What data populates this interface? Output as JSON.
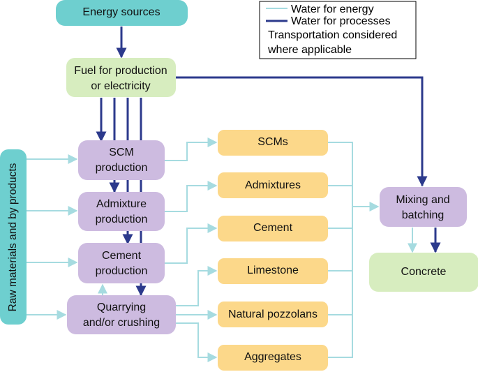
{
  "colors": {
    "teal_box": "#6ecfcf",
    "green_box": "#d7edbf",
    "purple_box": "#cdbbe0",
    "orange_box": "#fcd88a",
    "water_for_energy": "#a6dbe0",
    "water_for_processes": "#2c3a8c"
  },
  "legend": {
    "water_energy": "Water for energy",
    "water_processes": "Water for processes",
    "transport_line1": "Transportation considered",
    "transport_line2": "where applicable"
  },
  "sources": {
    "energy": "Energy sources",
    "fuel_line1": "Fuel for production",
    "fuel_line2": "or electricity",
    "raw_materials": "Raw materials and by products"
  },
  "processes": {
    "scm_line1": "SCM",
    "scm_line2": "production",
    "admixture_line1": "Admixture",
    "admixture_line2": "production",
    "cement_line1": "Cement",
    "cement_line2": "production",
    "quarrying_line1": "Quarrying",
    "quarrying_line2": "and/or crushing"
  },
  "products": {
    "scms": "SCMs",
    "admixtures": "Admixtures",
    "cement": "Cement",
    "limestone": "Limestone",
    "natural_pozzolans": "Natural pozzolans",
    "aggregates": "Aggregates"
  },
  "outputs": {
    "mixing_line1": "Mixing and",
    "mixing_line2": "batching",
    "concrete": "Concrete"
  }
}
